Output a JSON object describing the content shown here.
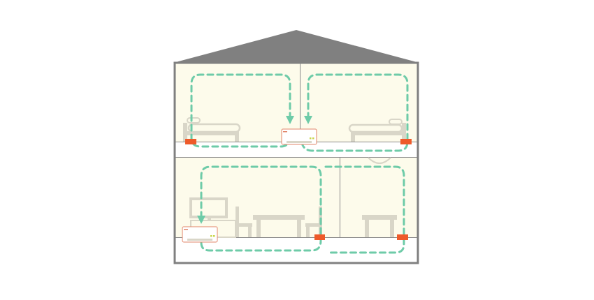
{
  "colors": {
    "background": "#ffffff",
    "roof": "#808080",
    "wall": "#808080",
    "room_fill": "#fdfbeb",
    "floor_band": "#ffffff",
    "divider": "#8a8a8a",
    "furniture": "#d9d6c8",
    "airflow": "#6ecba8",
    "vent": "#ee5a2a",
    "unit_border": "#e2866a",
    "unit_body": "#ffffff",
    "unit_led": "#c9d64b"
  },
  "icons": {
    "airflow_arrow": "arrow-down-icon",
    "ac_unit": "air-conditioner-icon",
    "vent": "floor-vent-icon"
  },
  "rooms": [
    "upper-left-bedroom",
    "upper-right-bedroom",
    "lower-left-living-room",
    "lower-right-dining-room"
  ],
  "devices": [
    "upper-ac-unit",
    "lower-ac-unit"
  ]
}
